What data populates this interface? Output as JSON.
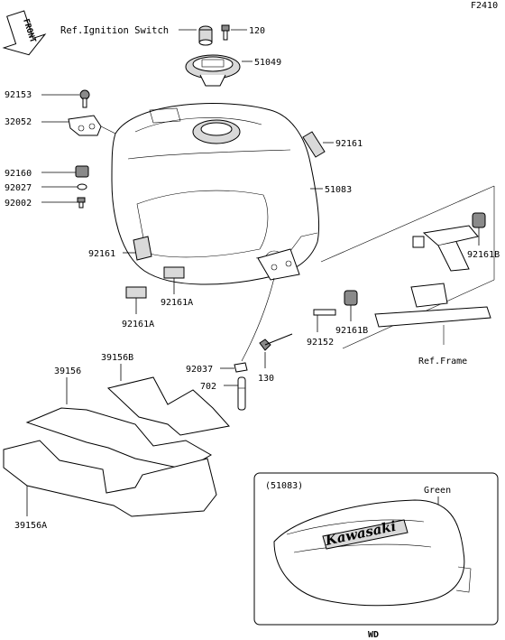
{
  "page": {
    "code": "F2410",
    "front_label": "FRONT",
    "ref_ignition": "Ref.Ignition Switch",
    "ref_frame": "Ref.Frame",
    "footer_label": "WD"
  },
  "parts": {
    "p120": "120",
    "p51049": "51049",
    "p92153": "92153",
    "p32052": "32052",
    "p92161_top": "92161",
    "p92160": "92160",
    "p92027": "92027",
    "p92002": "92002",
    "p51083": "51083",
    "p92161b_right": "92161B",
    "p92161_left": "92161",
    "p92161a_a": "92161A",
    "p92161a_b": "92161A",
    "p92161b_mid": "92161B",
    "p92152": "92152",
    "p92037": "92037",
    "p702": "702",
    "p130": "130",
    "p39156b": "39156B",
    "p39156": "39156",
    "p39156a": "39156A"
  },
  "inset": {
    "ref": "(51083)",
    "color_label": "Green",
    "brand_text": "Kawasaki"
  },
  "colors": {
    "line": "#000000",
    "background": "#ffffff",
    "shade": "#d9d9d9"
  }
}
